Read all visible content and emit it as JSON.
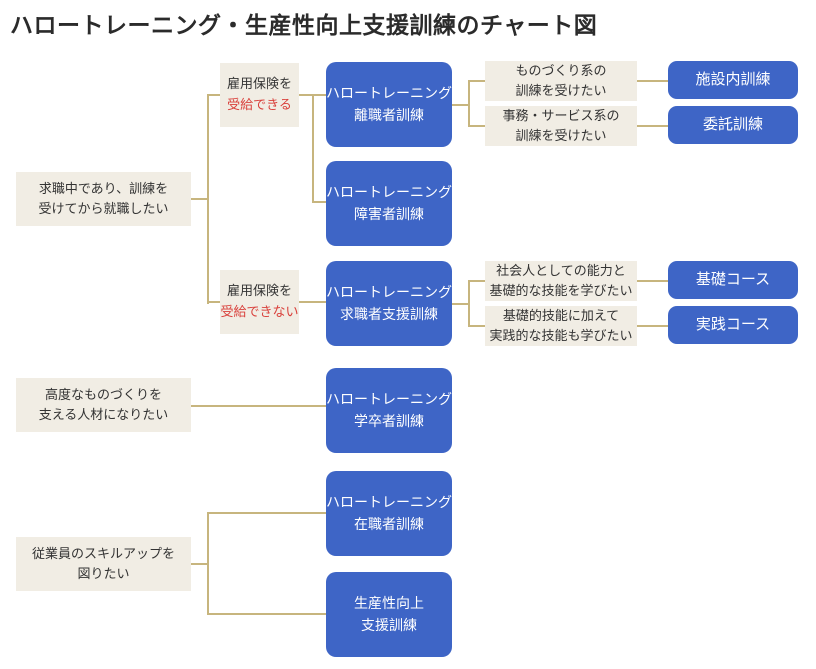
{
  "title": "ハロートレーニング・生産性向上支援訓練のチャート図",
  "colors": {
    "box_blue": "#3e65c6",
    "box_beige": "#f1ede4",
    "connector_line": "#c7b57e",
    "emphasis_red": "#d9403b",
    "text": "#333333"
  },
  "nodes": {
    "jobseeker": {
      "text": "求職中であり、訓練を\n受けてから就職したい"
    },
    "insured_yes": {
      "line1": "雇用保険を",
      "line2": "受給できる"
    },
    "insured_no": {
      "line1": "雇用保険を",
      "line2": "受給できない"
    },
    "training_rishokusha": {
      "text": "ハロートレーニング\n離職者訓練"
    },
    "training_shogaisha": {
      "text": "ハロートレーニング\n障害者訓練"
    },
    "training_kyushokusha_shien": {
      "text": "ハロートレーニング\n求職者支援訓練"
    },
    "want_monozukuri_kei": {
      "text": "ものづくり系の\n訓練を受けたい"
    },
    "want_jimu_service": {
      "text": "事務・サービス系の\n訓練を受けたい"
    },
    "shisetsunai_kunren": {
      "text": "施設内訓練"
    },
    "itaku_kunren": {
      "text": "委託訓練"
    },
    "want_shakaijin_kiso": {
      "text": "社会人としての能力と\n基礎的な技能を学びたい"
    },
    "want_jissen_skill": {
      "text": "基礎的技能に加えて\n実践的な技能も学びたい"
    },
    "kiso_course": {
      "text": "基礎コース"
    },
    "jissen_course": {
      "text": "実践コース"
    },
    "monozukuri_jinzai": {
      "text": "高度なものづくりを\n支える人材になりたい"
    },
    "training_gakusotsu": {
      "text": "ハロートレーニング\n学卒者訓練"
    },
    "skillup": {
      "text": "従業員のスキルアップを\n図りたい"
    },
    "training_zaishokusha": {
      "text": "ハロートレーニング\n在職者訓練"
    },
    "seisansei_kojo_shien": {
      "text": "生産性向上\n支援訓練"
    }
  },
  "edges": [
    [
      "jobseeker",
      "insured_yes"
    ],
    [
      "jobseeker",
      "insured_no"
    ],
    [
      "insured_yes",
      "training_rishokusha"
    ],
    [
      "insured_yes",
      "training_shogaisha"
    ],
    [
      "insured_no",
      "training_kyushokusha_shien"
    ],
    [
      "training_rishokusha",
      "want_monozukuri_kei"
    ],
    [
      "training_rishokusha",
      "want_jimu_service"
    ],
    [
      "want_monozukuri_kei",
      "shisetsunai_kunren"
    ],
    [
      "want_jimu_service",
      "itaku_kunren"
    ],
    [
      "training_kyushokusha_shien",
      "want_shakaijin_kiso"
    ],
    [
      "training_kyushokusha_shien",
      "want_jissen_skill"
    ],
    [
      "want_shakaijin_kiso",
      "kiso_course"
    ],
    [
      "want_jissen_skill",
      "jissen_course"
    ],
    [
      "monozukuri_jinzai",
      "training_gakusotsu"
    ],
    [
      "skillup",
      "training_zaishokusha"
    ],
    [
      "skillup",
      "seisansei_kojo_shien"
    ]
  ]
}
